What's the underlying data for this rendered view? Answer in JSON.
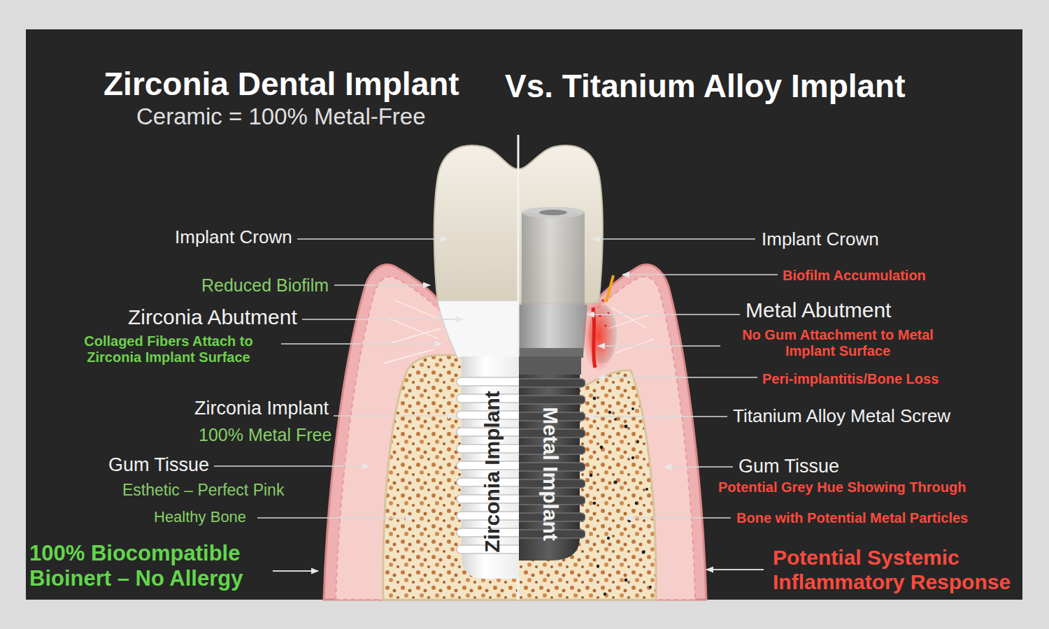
{
  "diagram": {
    "title": "Zirconia Dental Implant",
    "nodes": [
      {
        "text": [
          "Zirconia Implant"
        ]
      },
      {
        "text": [
          "Metal Implant"
        ]
      }
    ],
    "labels": [
      "Vs. Titanium Alloy Implant",
      "Ceramic = 100% Metal-Free",
      "Implant Crown",
      "Implant Crown",
      "Reduced Biofilm",
      "Biofilm Accumulation",
      "Zirconia Abutment",
      "Metal Abutment",
      "Collaged Fibers Attach to Zirconia Implant Surface",
      "No Gum Attachment to Metal Implant Surface",
      "Peri-implantitis/Bone Loss",
      "Zirconia Implant",
      "Titanium Alloy Metal Screw",
      "100% Metal Free",
      "Gum Tissue",
      "Gum Tissue",
      "Esthetic – Perfect Pink",
      "Potential Grey Hue Showing Through",
      "Healthy Bone",
      "Bone with Potential Metal Particles",
      "100% Biocompatible Bioinert – No Allergy",
      "Potential Systemic Inflammatory Response"
    ]
  }
}
